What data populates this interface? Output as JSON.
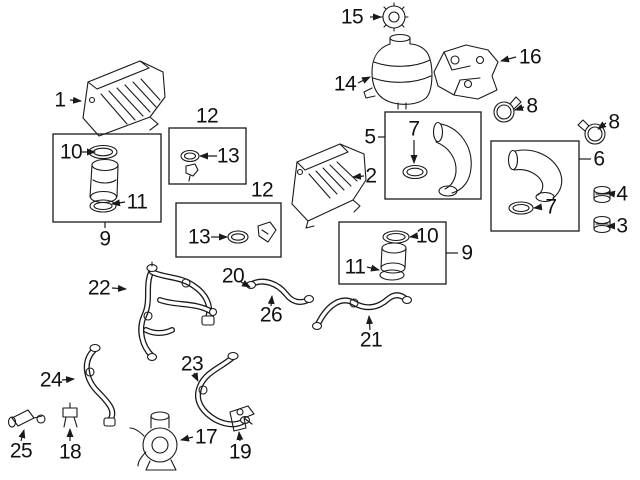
{
  "colors": {
    "background": "#ffffff",
    "line": "#1a1a1a",
    "text": "#111111"
  },
  "diagram": {
    "callouts": {
      "n1": "1",
      "n2": "2",
      "n3": "3",
      "n4": "4",
      "n5": "5",
      "n6": "6",
      "n7a": "7",
      "n7b": "7",
      "n8a": "8",
      "n8b": "8",
      "n9a": "9",
      "n9b": "9",
      "n10a": "10",
      "n10b": "10",
      "n11a": "11",
      "n11b": "11",
      "n12a": "12",
      "n12b": "12",
      "n13a": "13",
      "n13b": "13",
      "n14": "14",
      "n15": "15",
      "n16": "16",
      "n17": "17",
      "n18": "18",
      "n19": "19",
      "n20": "20",
      "n21": "21",
      "n22": "22",
      "n23": "23",
      "n24": "24",
      "n25": "25",
      "n26": "26"
    }
  }
}
